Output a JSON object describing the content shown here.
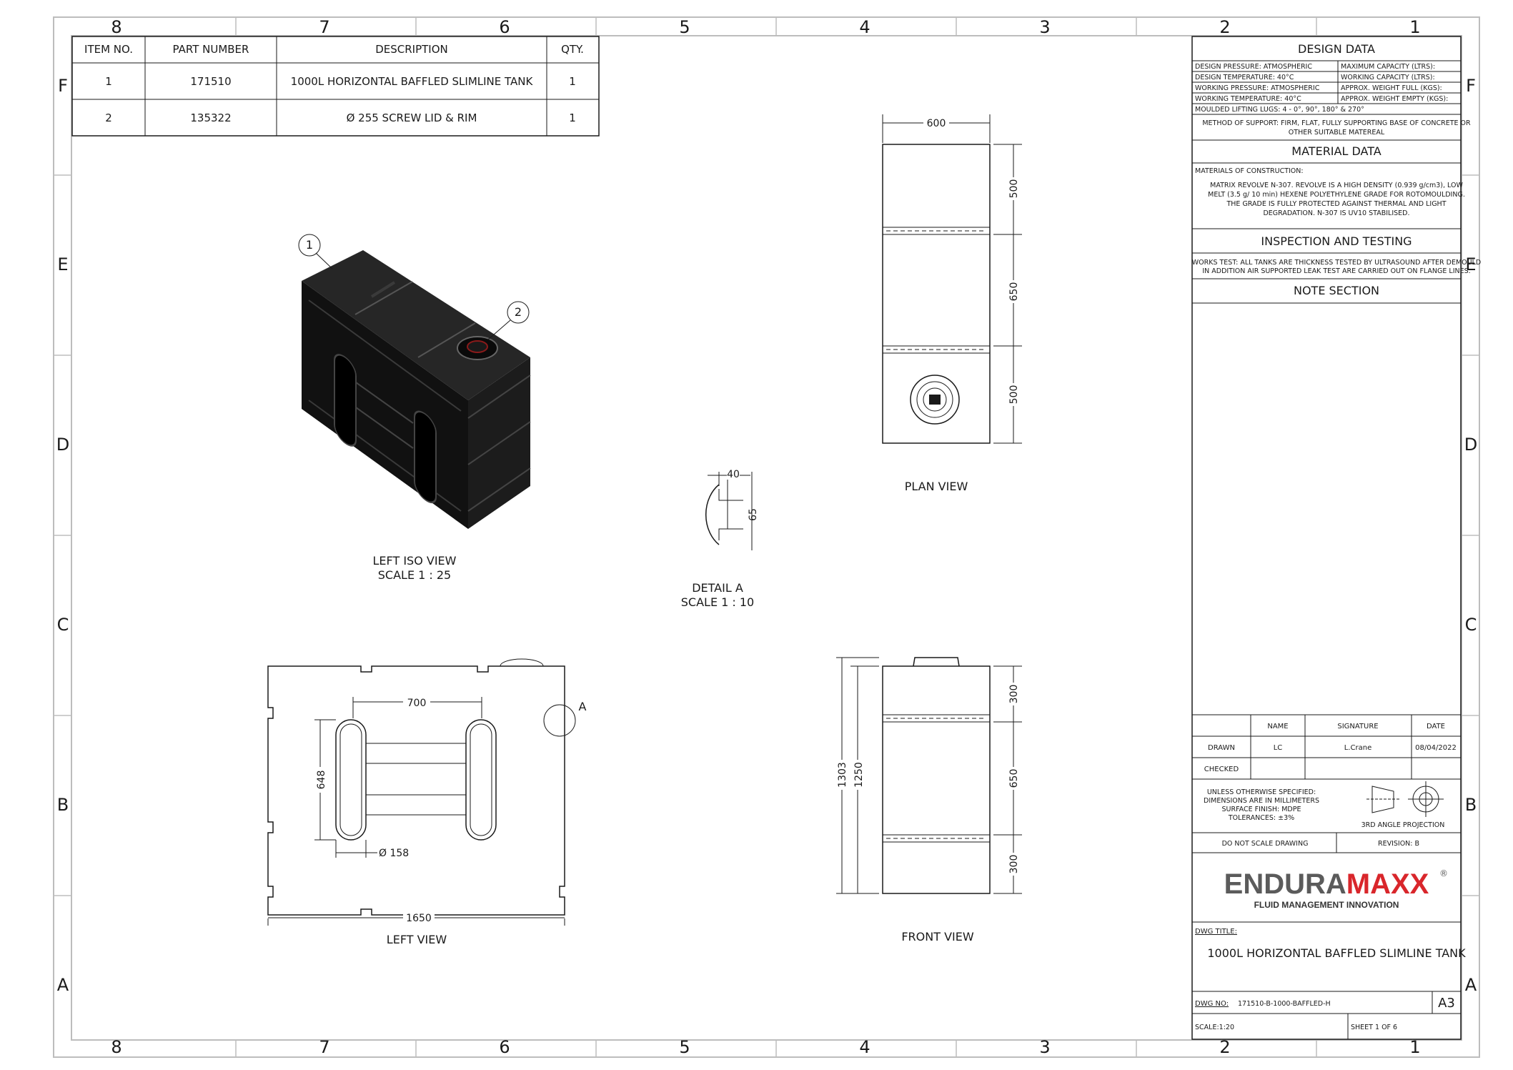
{
  "zones": {
    "columns": [
      "8",
      "7",
      "6",
      "5",
      "4",
      "3",
      "2",
      "1"
    ],
    "rows": [
      "F",
      "E",
      "D",
      "C",
      "B",
      "A"
    ]
  },
  "bom": {
    "headers": [
      "ITEM NO.",
      "PART NUMBER",
      "DESCRIPTION",
      "QTY."
    ],
    "rows": [
      [
        "1",
        "171510",
        "1000L HORIZONTAL BAFFLED SLIMLINE TANK",
        "1"
      ],
      [
        "2",
        "135322",
        "Ø 255 SCREW LID & RIM",
        "1"
      ]
    ]
  },
  "views": {
    "iso_title": "LEFT ISO VIEW",
    "iso_scale": "SCALE 1 : 25",
    "balloon_1": "1",
    "balloon_2": "2",
    "plan_title": "PLAN VIEW",
    "detail_title": "DETAIL A",
    "detail_scale": "SCALE 1 : 10",
    "left_title": "LEFT VIEW",
    "front_title": "FRONT VIEW",
    "detail_callout": "A"
  },
  "dimensions": {
    "plan_width": "600",
    "plan_h1": "500",
    "plan_h2": "650",
    "plan_h3": "500",
    "detail_w": "40",
    "detail_h": "65",
    "left_700": "700",
    "left_648": "648",
    "left_dia": "Ø 158",
    "left_1650": "1650",
    "front_1303": "1303",
    "front_1250": "1250",
    "front_300a": "300",
    "front_650": "650",
    "front_300b": "300"
  },
  "design_data": {
    "title": "DESIGN DATA",
    "left": [
      "DESIGN PRESSURE: ATMOSPHERIC",
      "DESIGN TEMPERATURE: 40°C",
      "WORKING PRESSURE: ATMOSPHERIC",
      "WORKING TEMPERATURE: 40°C"
    ],
    "right": [
      "MAXIMUM CAPACITY (LTRS):",
      "WORKING CAPACITY (LTRS):",
      "APPROX. WEIGHT FULL (KGS):",
      "APPROX. WEIGHT EMPTY (KGS):"
    ],
    "lugs": "MOULDED LIFTING LUGS: 4 - 0°, 90°, 180° & 270°",
    "support_1": "METHOD OF SUPPORT: FIRM, FLAT, FULLY SUPPORTING BASE OF CONCRETE OR",
    "support_2": "OTHER SUITABLE MATEREAL"
  },
  "material_data": {
    "title": "MATERIAL DATA",
    "label": "MATERIALS OF CONSTRUCTION:",
    "lines": [
      "MATRIX REVOLVE N-307. REVOLVE IS A HIGH DENSITY (0.939 g/cm3), LOW",
      "MELT (3.5 g/ 10 min) HEXENE POLYETHYLENE GRADE FOR ROTOMOULDING.",
      "THE GRADE IS FULLY PROTECTED AGAINST THERMAL AND LIGHT",
      "DEGRADATION. N-307 IS UV10 STABILISED."
    ]
  },
  "inspection": {
    "title": "INSPECTION AND TESTING",
    "line1": "WORKS TEST: ALL TANKS ARE THICKNESS TESTED BY ULTRASOUND AFTER DEMOULD",
    "line2": "IN ADDITION AIR SUPPORTED LEAK TEST ARE CARRIED OUT ON FLANGE LINES."
  },
  "notes": {
    "title": "NOTE SECTION"
  },
  "signoff": {
    "headers": [
      "NAME",
      "SIGNATURE",
      "DATE"
    ],
    "drawn_label": "DRAWN",
    "drawn_name": "LC",
    "drawn_signature": "L.Crane",
    "drawn_date": "08/04/2022",
    "checked_label": "CHECKED"
  },
  "spec": {
    "lines": [
      "UNLESS OTHERWISE SPECIFIED:",
      "DIMENSIONS ARE IN MILLIMETERS",
      "SURFACE FINISH: MDPE",
      "TOLERANCES: ±3%"
    ],
    "projection": "3RD ANGLE PROJECTION",
    "no_scale": "DO NOT SCALE DRAWING",
    "revision": "REVISION:  B"
  },
  "brand": {
    "name_a": "ENDURA",
    "name_b": "MAXX",
    "reg": "®",
    "tagline": "FLUID MANAGEMENT INNOVATION",
    "colors": {
      "grey": "#5b5b5b",
      "red": "#d9262b"
    }
  },
  "title_block": {
    "dwg_title_label": "DWG TITLE:",
    "dwg_title": "1000L HORIZONTAL BAFFLED SLIMLINE TANK",
    "dwg_no_label": "DWG NO:",
    "dwg_no": "171510-B-1000-BAFFLED-H",
    "size": "A3",
    "scale": "SCALE:1:20",
    "sheet": "SHEET 1 OF 6"
  }
}
